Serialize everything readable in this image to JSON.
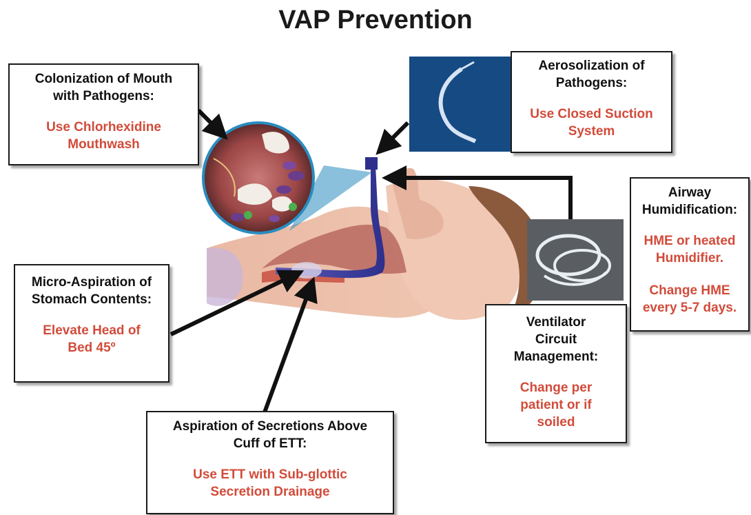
{
  "title": "VAP Prevention",
  "callouts": {
    "mouth": {
      "heading_line1": "Colonization of Mouth",
      "heading_line2": "with Pathogens:",
      "remedy_line1": "Use Chlorhexidine",
      "remedy_line2": "Mouthwash"
    },
    "aerosol": {
      "heading_line1": "Aerosolization of",
      "heading_line2": "Pathogens:",
      "remedy_line1": "Use Closed Suction",
      "remedy_line2": "System"
    },
    "airway": {
      "heading_line1": "Airway",
      "heading_line2": "Humidification:",
      "remedy_line1": "HME or heated",
      "remedy_line2": "Humidifier.",
      "remedy2_line1": "Change HME",
      "remedy2_line2": "every 5-7 days."
    },
    "stomach": {
      "heading_line1": "Micro-Aspiration of",
      "heading_line2": "Stomach Contents:",
      "remedy_line1": "Elevate Head of",
      "remedy_line2": "Bed 45º"
    },
    "circuit": {
      "heading_line1": "Ventilator",
      "heading_line2": "Circuit",
      "heading_line3": "Management:",
      "remedy_line1": "Change per",
      "remedy_line2": "patient or if",
      "remedy_line3": "soiled"
    },
    "secretions": {
      "heading_line1": "Aspiration of Secretions Above",
      "heading_line2": "Cuff of ETT:",
      "remedy_line1": "Use ETT with Sub-glottic",
      "remedy_line2": "Secretion Drainage"
    }
  },
  "colors": {
    "remedy": "#d24b3a",
    "heading": "#111111"
  }
}
